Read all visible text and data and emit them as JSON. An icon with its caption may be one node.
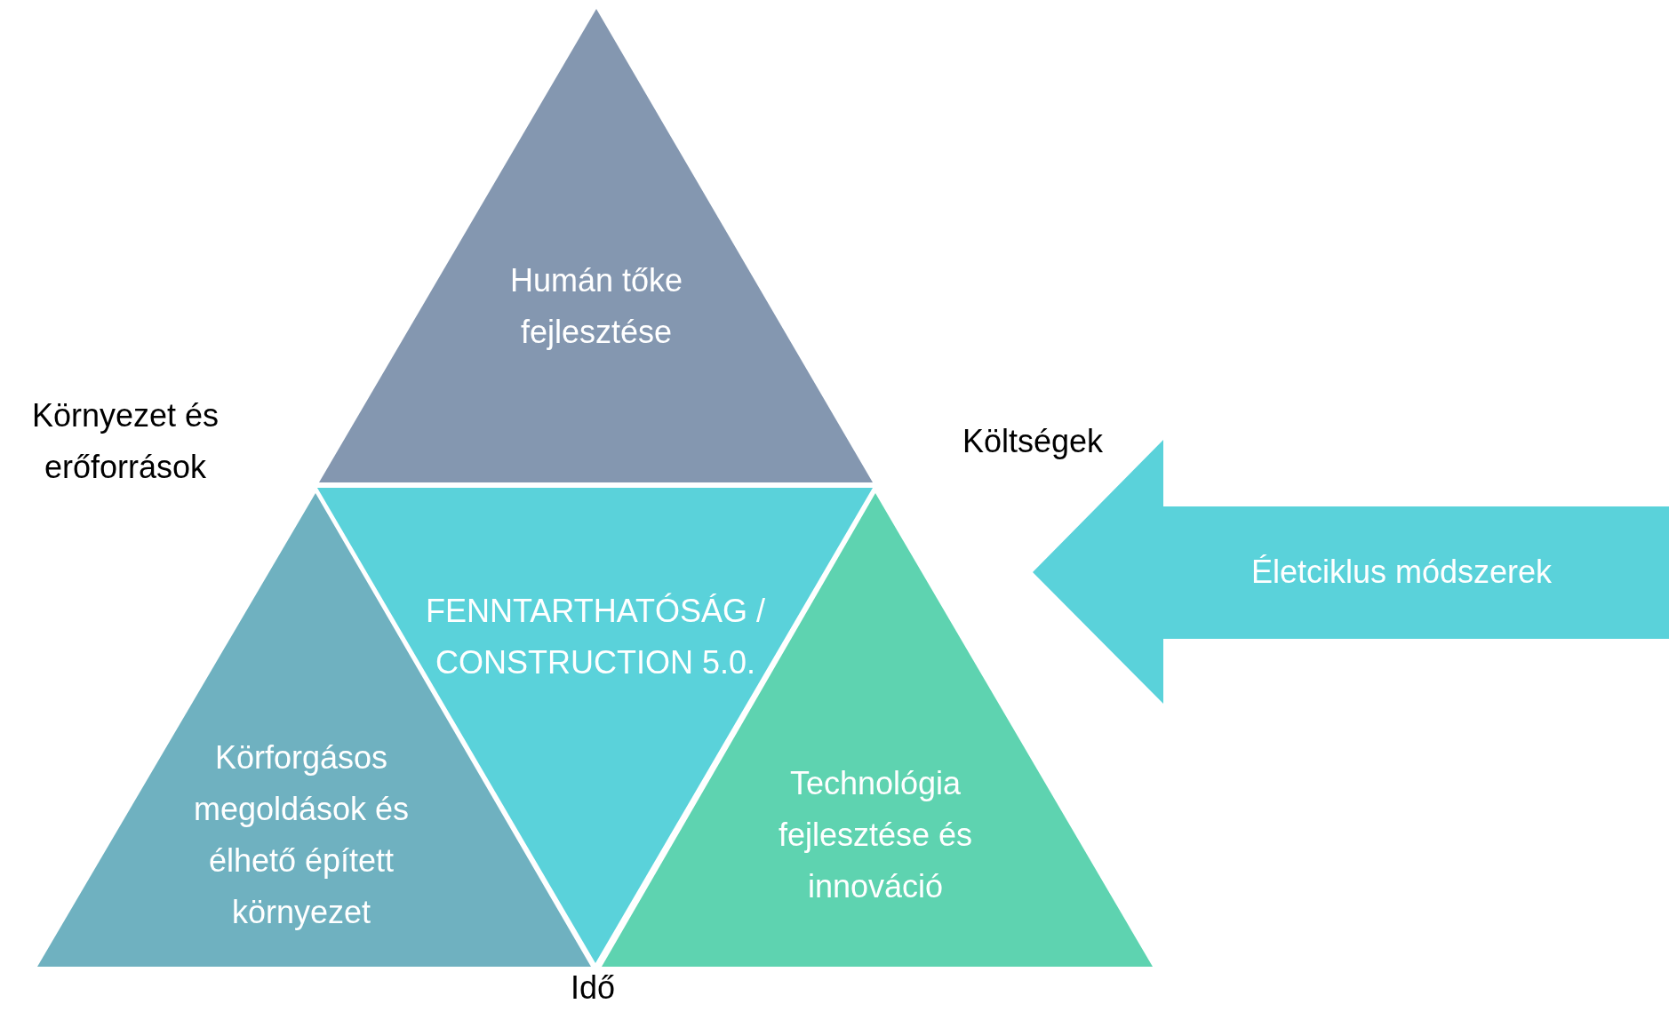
{
  "diagram": {
    "nodes": [
      {
        "text": [
          "Humán tőke fejlesztése"
        ]
      },
      {
        "text": [
          "FENNTARTHATÓSÁG / CONSTRUCTION 5.0."
        ]
      },
      {
        "text": [
          "Körforgásos megoldások és élhető épített környezet"
        ]
      },
      {
        "text": [
          "Technológia fejlesztése és innováció"
        ]
      },
      {
        "text": [
          "Életciklus módszerek"
        ]
      }
    ],
    "labels": [
      "Környezet és erőforrások",
      "Költségek",
      "Idő"
    ]
  }
}
